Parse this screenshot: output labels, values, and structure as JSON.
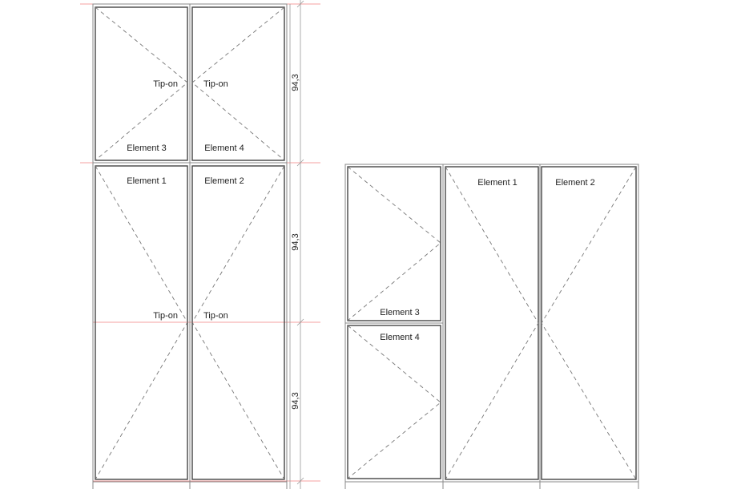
{
  "left_drawing": {
    "labels": {
      "element_3": "Element 3",
      "element_4": "Element 4",
      "element_1": "Element 1",
      "element_2": "Element 2",
      "tipon_top_left": "Tip-on",
      "tipon_top_right": "Tip-on",
      "tipon_bottom_left": "Tip-on",
      "tipon_bottom_right": "Tip-on"
    },
    "dimensions": [
      "94,3",
      "94,3",
      "94,3"
    ]
  },
  "right_drawing": {
    "labels": {
      "element_3": "Element 3",
      "element_4": "Element 4",
      "element_1": "Element 1",
      "element_2": "Element 2"
    }
  },
  "colors": {
    "guide_line": "#f4a0a0",
    "frame": "#888888",
    "sash": "#444444"
  }
}
